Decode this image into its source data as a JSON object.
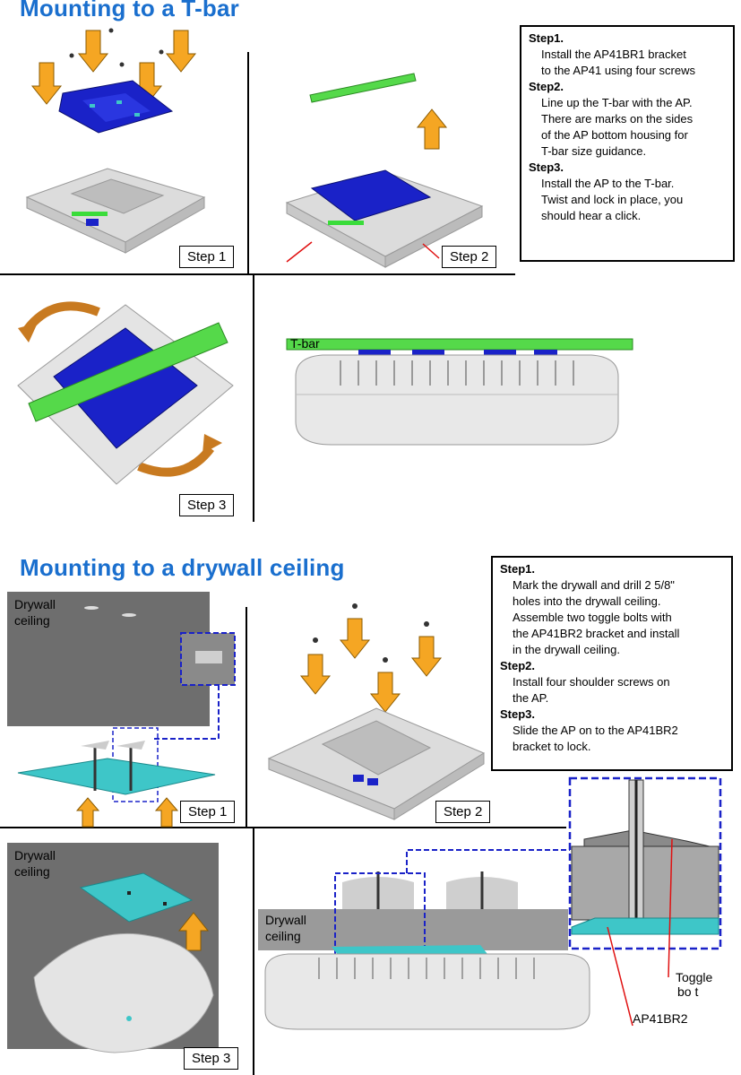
{
  "section1": {
    "title": "Mounting to a T-bar",
    "steps": [
      {
        "label": "Step1.",
        "text": [
          "Install the AP41BR1 bracket",
          "to the AP41 using four screws"
        ]
      },
      {
        "label": "Step2.",
        "text": [
          "Line up the T-bar with the AP.",
          "There are marks on the sides",
          "of the AP bottom housing for",
          "T-bar size guidance."
        ]
      },
      {
        "label": "Step3.",
        "text": [
          "Install the AP to the T-bar.",
          "Twist and lock in place, you",
          "should hear a click."
        ]
      }
    ],
    "panel_labels": [
      "Step 1",
      "Step 2",
      "Step 3"
    ],
    "tbar_label": "T-bar"
  },
  "section2": {
    "title": "Mounting to a drywall ceiling",
    "steps": [
      {
        "label": "Step1.",
        "text": [
          "Mark the drywall and drill 2 5/8\"",
          "holes into the drywall ceiling.",
          "Assemble two toggle bolts with",
          "the AP41BR2 bracket and install",
          "in the drywall ceiling."
        ]
      },
      {
        "label": "Step2.",
        "text": [
          "Install four shoulder screws on",
          "the AP."
        ]
      },
      {
        "label": "Step3.",
        "text": [
          "Slide the AP on to the AP41BR2",
          "bracket to lock."
        ]
      }
    ],
    "panel_labels": [
      "Step 1",
      "Step 2",
      "Step 3"
    ],
    "drywall_label_1": "Drywall",
    "drywall_label_2": "ceiling",
    "toggle_label_1": "Toggle",
    "toggle_label_2": "bo t",
    "bracket_label": "AP41BR2"
  },
  "colors": {
    "title_blue": "#1a6fce",
    "bracket_blue": "#1a22c8",
    "tbar_green": "#55d94a",
    "arrow_orange": "#f5a623",
    "drywall_gray": "#6e6e6e",
    "teal": "#3ec6c8"
  }
}
